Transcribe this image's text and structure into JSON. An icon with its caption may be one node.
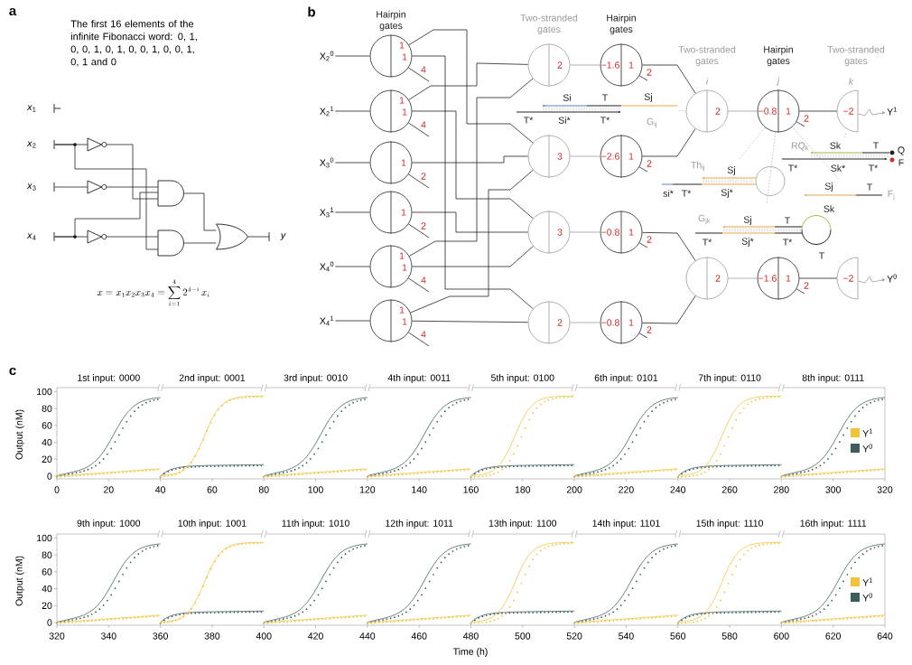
{
  "diagram": {
    "nodes": [
      {
        "text": [
          "*x*$_{2}$"
        ]
      },
      {
        "text": [
          "*x*$_{3}$"
        ]
      },
      {
        "text": [
          "*x*$_{4}$"
        ]
      },
      {
        "text": [],
        "shape": "triangle"
      },
      {
        "text": [],
        "shape": "triangle"
      },
      {
        "text": [],
        "shape": "triangle"
      },
      {
        "text": [],
        "shape": "and-gate"
      },
      {
        "text": [],
        "shape": "and-gate"
      },
      {
        "text": [],
        "shape": "or-gate"
      },
      {
        "text": [
          "y"
        ]
      },
      {
        "text": [
          "X$_{2}$$^{0}$"
        ]
      },
      {
        "text": [
          "X$_{2}$$^{1}$"
        ]
      },
      {
        "text": [
          "X$_{3}$$^{0}$"
        ]
      },
      {
        "text": [
          "X$_{3}$$^{1}$"
        ]
      },
      {
        "text": [
          "X$_{4}$$^{0}$"
        ]
      },
      {
        "text": [
          "X$_{4}$$^{1}$"
        ]
      },
      {
        "text": [
          "1",
          "1"
        ]
      },
      {
        "text": [
          "1",
          "1"
        ]
      },
      {
        "text": [
          "1"
        ]
      },
      {
        "text": [
          "1"
        ]
      },
      {
        "text": [
          "1",
          "1"
        ]
      },
      {
        "text": [
          "1",
          "1"
        ]
      },
      {
        "text": [
          "2"
        ]
      },
      {
        "text": [
          "3"
        ]
      },
      {
        "text": [
          "3"
        ]
      },
      {
        "text": [
          "2"
        ]
      },
      {
        "text": [
          "−1.6",
          "1"
        ]
      },
      {
        "text": [
          "−2.6",
          "1"
        ]
      },
      {
        "text": [
          "−0.8",
          "1"
        ]
      },
      {
        "text": [
          "−0.8",
          "1"
        ]
      },
      {
        "text": [
          "2"
        ],
        "beside": [
          "i"
        ]
      },
      {
        "text": [
          "2"
        ]
      },
      {
        "text": [
          "−0.8",
          "1"
        ],
        "beside": [
          "j"
        ]
      },
      {
        "text": [
          "−1.6",
          "1"
        ]
      },
      {
        "text": [
          "−2"
        ],
        "beside": [
          "k"
        ]
      },
      {
        "text": [
          "−2"
        ]
      },
      {
        "text": [
          "Y$^{1}$"
        ]
      },
      {
        "text": [
          "Y$^{0}$"
        ]
      },
      {
        "text": [
          "G$_{ij}$",
          "Si",
          "T",
          "Sj",
          "T*",
          "Si*",
          "T*"
        ]
      },
      {
        "text": [
          "RQ$_{k}$",
          "Sk",
          "T",
          "Q",
          "F",
          "T*",
          "Sk*",
          "T*"
        ]
      },
      {
        "text": [
          "Th$_{ij}$",
          "Sj",
          "si*",
          "T*",
          "Sj*"
        ]
      },
      {
        "text": [
          "Sj",
          "T",
          "F$_{j}$"
        ]
      },
      {
        "text": [
          "G$_{jk}$",
          "Sj",
          "T",
          "Sk",
          "T*",
          "Sj*",
          "T*",
          "T"
        ]
      }
    ],
    "edges": [
      {
        "from": 0,
        "to": 3,
        "arrow": "none"
      },
      {
        "from": 1,
        "to": 4,
        "arrow": "none"
      },
      {
        "from": 2,
        "to": 5,
        "arrow": "none"
      },
      {
        "from": 3,
        "to": 6,
        "arrow": "none"
      },
      {
        "from": 4,
        "to": 6,
        "arrow": "none"
      },
      {
        "from": 2,
        "to": 6,
        "arrow": "none"
      },
      {
        "from": 0,
        "to": 7,
        "arrow": "none"
      },
      {
        "from": 5,
        "to": 7,
        "arrow": "none"
      },
      {
        "from": 6,
        "to": 8,
        "arrow": "none"
      },
      {
        "from": 7,
        "to": 8,
        "arrow": "none"
      },
      {
        "from": 8,
        "to": 9,
        "arrow": "none"
      },
      {
        "from": 10,
        "to": 16,
        "arrow": "none"
      },
      {
        "from": 11,
        "to": 17,
        "arrow": "none"
      },
      {
        "from": 12,
        "to": 18,
        "arrow": "none"
      },
      {
        "from": 13,
        "to": 19,
        "arrow": "none"
      },
      {
        "from": 14,
        "to": 20,
        "arrow": "none"
      },
      {
        "from": 15,
        "to": 21,
        "arrow": "none"
      },
      {
        "from": 16,
        "to": 23,
        "arrow": "none"
      },
      {
        "from": 16,
        "to": 25,
        "arrow": "none"
      },
      {
        "from": 17,
        "to": 22,
        "arrow": "none"
      },
      {
        "from": 17,
        "to": 24,
        "arrow": "none"
      },
      {
        "from": 18,
        "to": 23,
        "arrow": "none"
      },
      {
        "from": 19,
        "to": 24,
        "arrow": "none"
      },
      {
        "from": 20,
        "to": 22,
        "arrow": "none"
      },
      {
        "from": 20,
        "to": 24,
        "arrow": "none"
      },
      {
        "from": 21,
        "to": 23,
        "arrow": "none"
      },
      {
        "from": 21,
        "to": 25,
        "arrow": "none"
      },
      {
        "from": 16,
        "to": null,
        "arrow": "none",
        "label": "4"
      },
      {
        "from": 17,
        "to": null,
        "arrow": "none",
        "label": "4"
      },
      {
        "from": 18,
        "to": null,
        "arrow": "none",
        "label": "2"
      },
      {
        "from": 19,
        "to": null,
        "arrow": "none",
        "label": "2"
      },
      {
        "from": 20,
        "to": null,
        "arrow": "none",
        "label": "4"
      },
      {
        "from": 21,
        "to": null,
        "arrow": "none",
        "label": "4"
      },
      {
        "from": 22,
        "to": 26,
        "arrow": "none",
        "color": "#9a9a9a"
      },
      {
        "from": 23,
        "to": 27,
        "arrow": "none",
        "color": "#9a9a9a"
      },
      {
        "from": 24,
        "to": 28,
        "arrow": "none",
        "color": "#9a9a9a"
      },
      {
        "from": 25,
        "to": 29,
        "arrow": "none",
        "color": "#9a9a9a"
      },
      {
        "from": 26,
        "to": null,
        "arrow": "none",
        "label": "2"
      },
      {
        "from": 27,
        "to": null,
        "arrow": "none",
        "label": "2"
      },
      {
        "from": 28,
        "to": null,
        "arrow": "none",
        "label": "2"
      },
      {
        "from": 29,
        "to": null,
        "arrow": "none",
        "label": "2"
      },
      {
        "from": 26,
        "to": 30,
        "arrow": "none"
      },
      {
        "from": 27,
        "to": 30,
        "arrow": "none"
      },
      {
        "from": 28,
        "to": 31,
        "arrow": "none"
      },
      {
        "from": 29,
        "to": 31,
        "arrow": "none"
      },
      {
        "from": 30,
        "to": 32,
        "arrow": "none",
        "color": "#9a9a9a"
      },
      {
        "from": 31,
        "to": 33,
        "arrow": "none",
        "color": "#9a9a9a"
      },
      {
        "from": 32,
        "to": null,
        "arrow": "none",
        "label": "2"
      },
      {
        "from": 33,
        "to": null,
        "arrow": "none",
        "label": "2"
      },
      {
        "from": 32,
        "to": 34,
        "arrow": "none"
      },
      {
        "from": 33,
        "to": 35,
        "arrow": "none"
      },
      {
        "from": 34,
        "to": 36,
        "arrow": "to",
        "color": "#9a9a9a"
      },
      {
        "from": 35,
        "to": 37,
        "arrow": "to",
        "color": "#9a9a9a"
      },
      {
        "from": 38,
        "to": 30,
        "arrow": "none",
        "style": "dashed",
        "color": "#9a9a9a"
      },
      {
        "from": 39,
        "to": 34,
        "arrow": "none",
        "style": "dashed",
        "color": "#9a9a9a"
      },
      {
        "from": 40,
        "to": 32,
        "arrow": "none",
        "style": "dashed",
        "color": "#9a9a9a"
      },
      {
        "from": 41,
        "to": 32,
        "arrow": "none",
        "style": "dashed",
        "color": "#9a9a9a"
      },
      {
        "from": 42,
        "to": 32,
        "arrow": "none",
        "style": "dashed",
        "color": "#9a9a9a"
      }
    ],
    "labels": [
      "a",
      "The first 16 elements of the infinite Fibonacci word: 0, 1, 0, 0, 1, 0, 1, 0, 0, 1, 0, 0, 1, 0, 1 and 0",
      "*x*$_{1}$",
      "x = x_1x_2x_3x_4 = \\sum_{i=1}^{4} 2^{4-i}\\, x_i",
      "b",
      "Hairpin gates",
      "Two-stranded gates",
      "Hairpin gates",
      "Two-stranded gates",
      "Hairpin gates",
      "Two-stranded gates",
      "c",
      "1st input: 0000",
      "2nd input: 0001",
      "3rd input: 0010",
      "4th input: 0011",
      "5th input: 0100",
      "6th input: 0101",
      "7th input: 0110",
      "8th input: 0111",
      "Output (nM)",
      "100",
      "80",
      "60",
      "40",
      "20",
      "0",
      "0",
      "20",
      "40",
      "60",
      "80",
      "100",
      "120",
      "140",
      "160",
      "180",
      "200",
      "220",
      "240",
      "260",
      "280",
      "300",
      "320",
      "9th input: 1000",
      "10th input: 1001",
      "11th input: 1010",
      "12th input: 1011",
      "13th input: 1100",
      "14th input: 1101",
      "15th input: 1110",
      "16th input: 1111",
      "Output (nM)",
      "100",
      "80",
      "60",
      "40",
      "20",
      "0",
      "320",
      "340",
      "360",
      "380",
      "400",
      "420",
      "440",
      "460",
      "480",
      "500",
      "520",
      "540",
      "560",
      "580",
      "600",
      "620",
      "640",
      "Time (h)"
    ],
    "legend": [
      {
        "text": "Y$^{1}$",
        "color": "#f2c23a"
      },
      {
        "text": "Y$^{0}$",
        "color": "#3d5c5c"
      },
      {
        "text": "Y$^{1}$",
        "color": "#f2c23a"
      },
      {
        "text": "Y$^{0}$",
        "color": "#3d5c5c"
      }
    ]
  }
}
